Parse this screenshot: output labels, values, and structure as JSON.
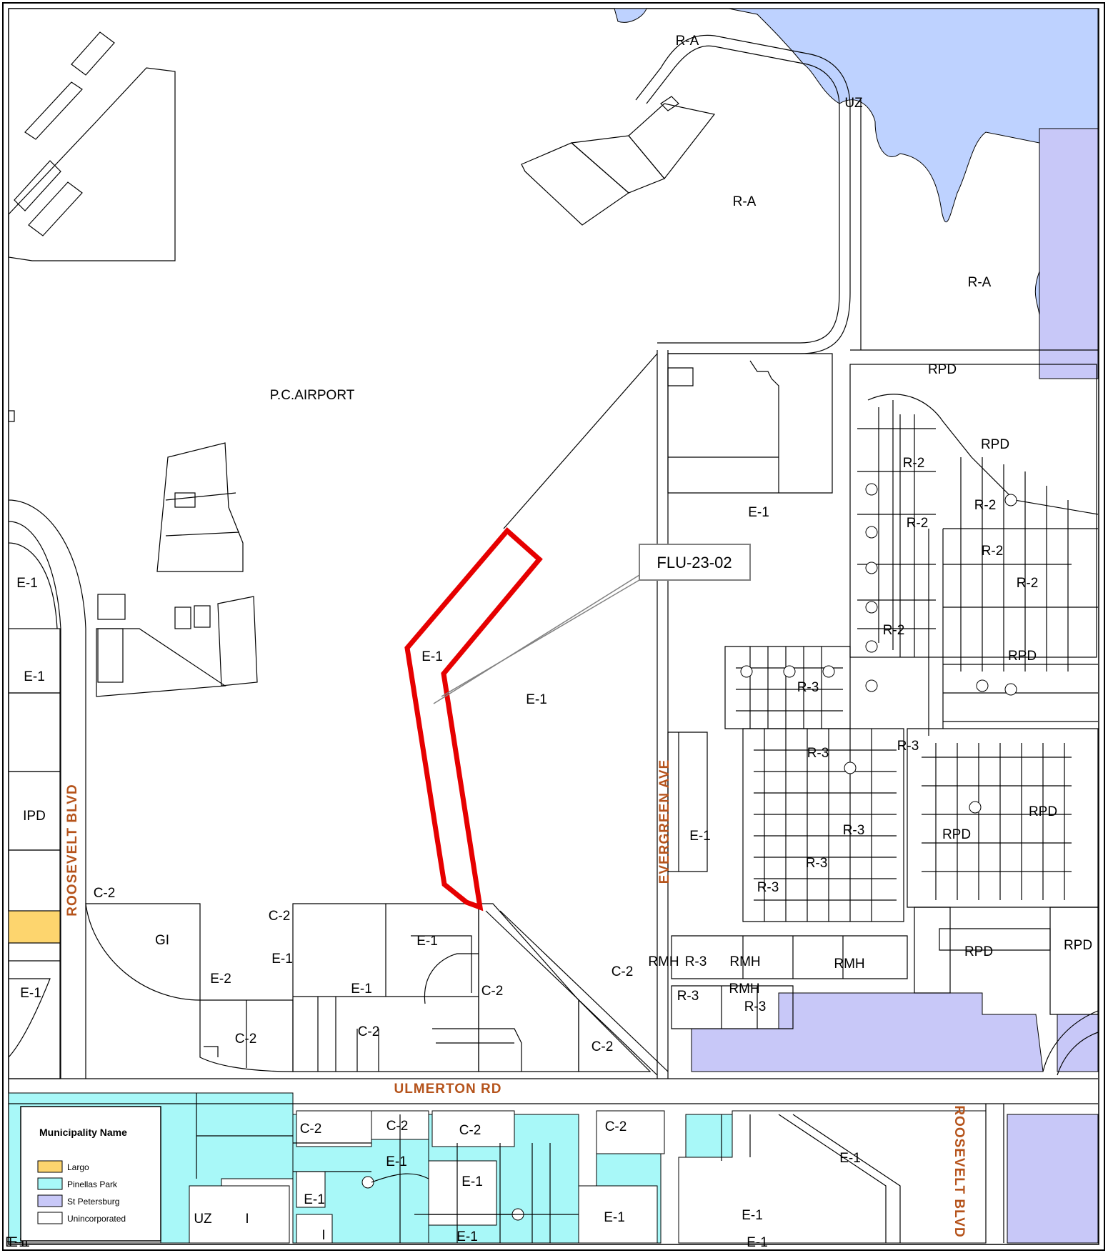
{
  "map_title": "",
  "callout": {
    "label": "FLU-23-02"
  },
  "streets": {
    "roosevelt_west": "ROOSEVELT BLVD",
    "roosevelt_east": "ROOSEVELT BLVD",
    "evergreen": "EVERGREEN AVE",
    "ulmerton": "ULMERTON RD"
  },
  "zones": [
    {
      "id": "ra1",
      "text": "R-A"
    },
    {
      "id": "uz1",
      "text": "UZ"
    },
    {
      "id": "ra2",
      "text": "R-A"
    },
    {
      "id": "ra3",
      "text": "R-A"
    },
    {
      "id": "rpd1",
      "text": "RPD"
    },
    {
      "id": "airport",
      "text": "P.C.AIRPORT"
    },
    {
      "id": "rpd2",
      "text": "RPD"
    },
    {
      "id": "r2a",
      "text": "R-2"
    },
    {
      "id": "e1a",
      "text": "E-1"
    },
    {
      "id": "r2b",
      "text": "R-2"
    },
    {
      "id": "r2c",
      "text": "R-2"
    },
    {
      "id": "r2d",
      "text": "R-2"
    },
    {
      "id": "r2e",
      "text": "R-2"
    },
    {
      "id": "r2f",
      "text": "R-2"
    },
    {
      "id": "e1b",
      "text": "E-1"
    },
    {
      "id": "e1c",
      "text": "E-1"
    },
    {
      "id": "e1d",
      "text": "E-1"
    },
    {
      "id": "e1e",
      "text": "E-1"
    },
    {
      "id": "rpd3",
      "text": "RPD"
    },
    {
      "id": "r3a",
      "text": "R-3"
    },
    {
      "id": "r3b",
      "text": "R-3"
    },
    {
      "id": "r3c",
      "text": "R-3"
    },
    {
      "id": "r3d",
      "text": "R-3"
    },
    {
      "id": "r3e",
      "text": "R-3"
    },
    {
      "id": "r3f",
      "text": "R-3"
    },
    {
      "id": "ipd",
      "text": "IPD"
    },
    {
      "id": "e1f",
      "text": "E-1"
    },
    {
      "id": "rpd4",
      "text": "RPD"
    },
    {
      "id": "rpd5",
      "text": "RPD"
    },
    {
      "id": "c2a",
      "text": "C-2"
    },
    {
      "id": "c2b",
      "text": "C-2"
    },
    {
      "id": "gi",
      "text": "GI"
    },
    {
      "id": "e1g",
      "text": "E-1"
    },
    {
      "id": "e1h",
      "text": "E-1"
    },
    {
      "id": "rpd6",
      "text": "RPD"
    },
    {
      "id": "rpd7",
      "text": "RPD"
    },
    {
      "id": "rmh1",
      "text": "RMH"
    },
    {
      "id": "r3g",
      "text": "R-3"
    },
    {
      "id": "rmh2",
      "text": "RMH"
    },
    {
      "id": "rmh3",
      "text": "RMH"
    },
    {
      "id": "e2",
      "text": "E-2"
    },
    {
      "id": "c2c",
      "text": "C-2"
    },
    {
      "id": "e1i",
      "text": "E-1"
    },
    {
      "id": "c2d",
      "text": "C-2"
    },
    {
      "id": "e1j",
      "text": "E-1"
    },
    {
      "id": "r3h",
      "text": "R-3"
    },
    {
      "id": "rmh4",
      "text": "RMH"
    },
    {
      "id": "r3i",
      "text": "R-3"
    },
    {
      "id": "c2e",
      "text": "C-2"
    },
    {
      "id": "c2f",
      "text": "C-2"
    },
    {
      "id": "c2g",
      "text": "C-2"
    },
    {
      "id": "c2h",
      "text": "C-2"
    },
    {
      "id": "c2i",
      "text": "C-2"
    },
    {
      "id": "c2j",
      "text": "C-2"
    },
    {
      "id": "c2k",
      "text": "C-2"
    },
    {
      "id": "e1k",
      "text": "E-1"
    },
    {
      "id": "e1l",
      "text": "E-1"
    },
    {
      "id": "e1m",
      "text": "E-1"
    },
    {
      "id": "e1n",
      "text": "E-1"
    },
    {
      "id": "uz2",
      "text": "UZ"
    },
    {
      "id": "i1",
      "text": "I"
    },
    {
      "id": "i2",
      "text": "I"
    },
    {
      "id": "e1o",
      "text": "E-1"
    },
    {
      "id": "e1p",
      "text": "E-1"
    },
    {
      "id": "e1q",
      "text": "E-1"
    },
    {
      "id": "e1r",
      "text": "E-1"
    },
    {
      "id": "e1s",
      "text": "E-1"
    },
    {
      "id": "e1t",
      "text": "E-1"
    }
  ],
  "legend": {
    "title": "Municipality Name",
    "items": [
      {
        "label": "Largo",
        "color": "#fdd56e"
      },
      {
        "label": "Pinellas Park",
        "color": "#a8f8f8"
      },
      {
        "label": "St Petersburg",
        "color": "#c8c8f8"
      },
      {
        "label": "Unincorporated",
        "color": "#ffffff"
      }
    ]
  },
  "colors": {
    "water": "#bed2ff",
    "subject_outline": "#e60000",
    "largo": "#fdd56e",
    "pinellas_park": "#a8f8f8",
    "st_petersburg": "#c8c8f8"
  }
}
